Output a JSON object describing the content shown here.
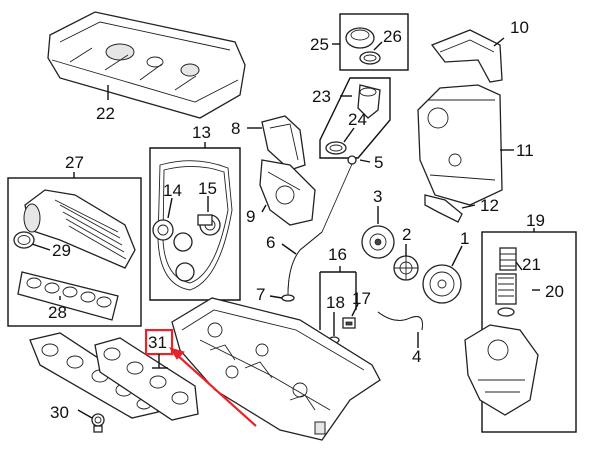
{
  "callouts": {
    "c1": "1",
    "c2": "2",
    "c3": "3",
    "c4": "4",
    "c5": "5",
    "c6": "6",
    "c7": "7",
    "c8": "8",
    "c9": "9",
    "c10": "10",
    "c11": "11",
    "c12": "12",
    "c13": "13",
    "c14": "14",
    "c15": "15",
    "c16": "16",
    "c17": "17",
    "c18": "18",
    "c19": "19",
    "c20": "20",
    "c21": "21",
    "c22": "22",
    "c23": "23",
    "c24": "24",
    "c25": "25",
    "c26": "26",
    "c27": "27",
    "c28": "28",
    "c29": "29",
    "c30": "30",
    "c31": "31"
  },
  "highlight": {
    "callout": "31",
    "color": "#e8232a"
  }
}
